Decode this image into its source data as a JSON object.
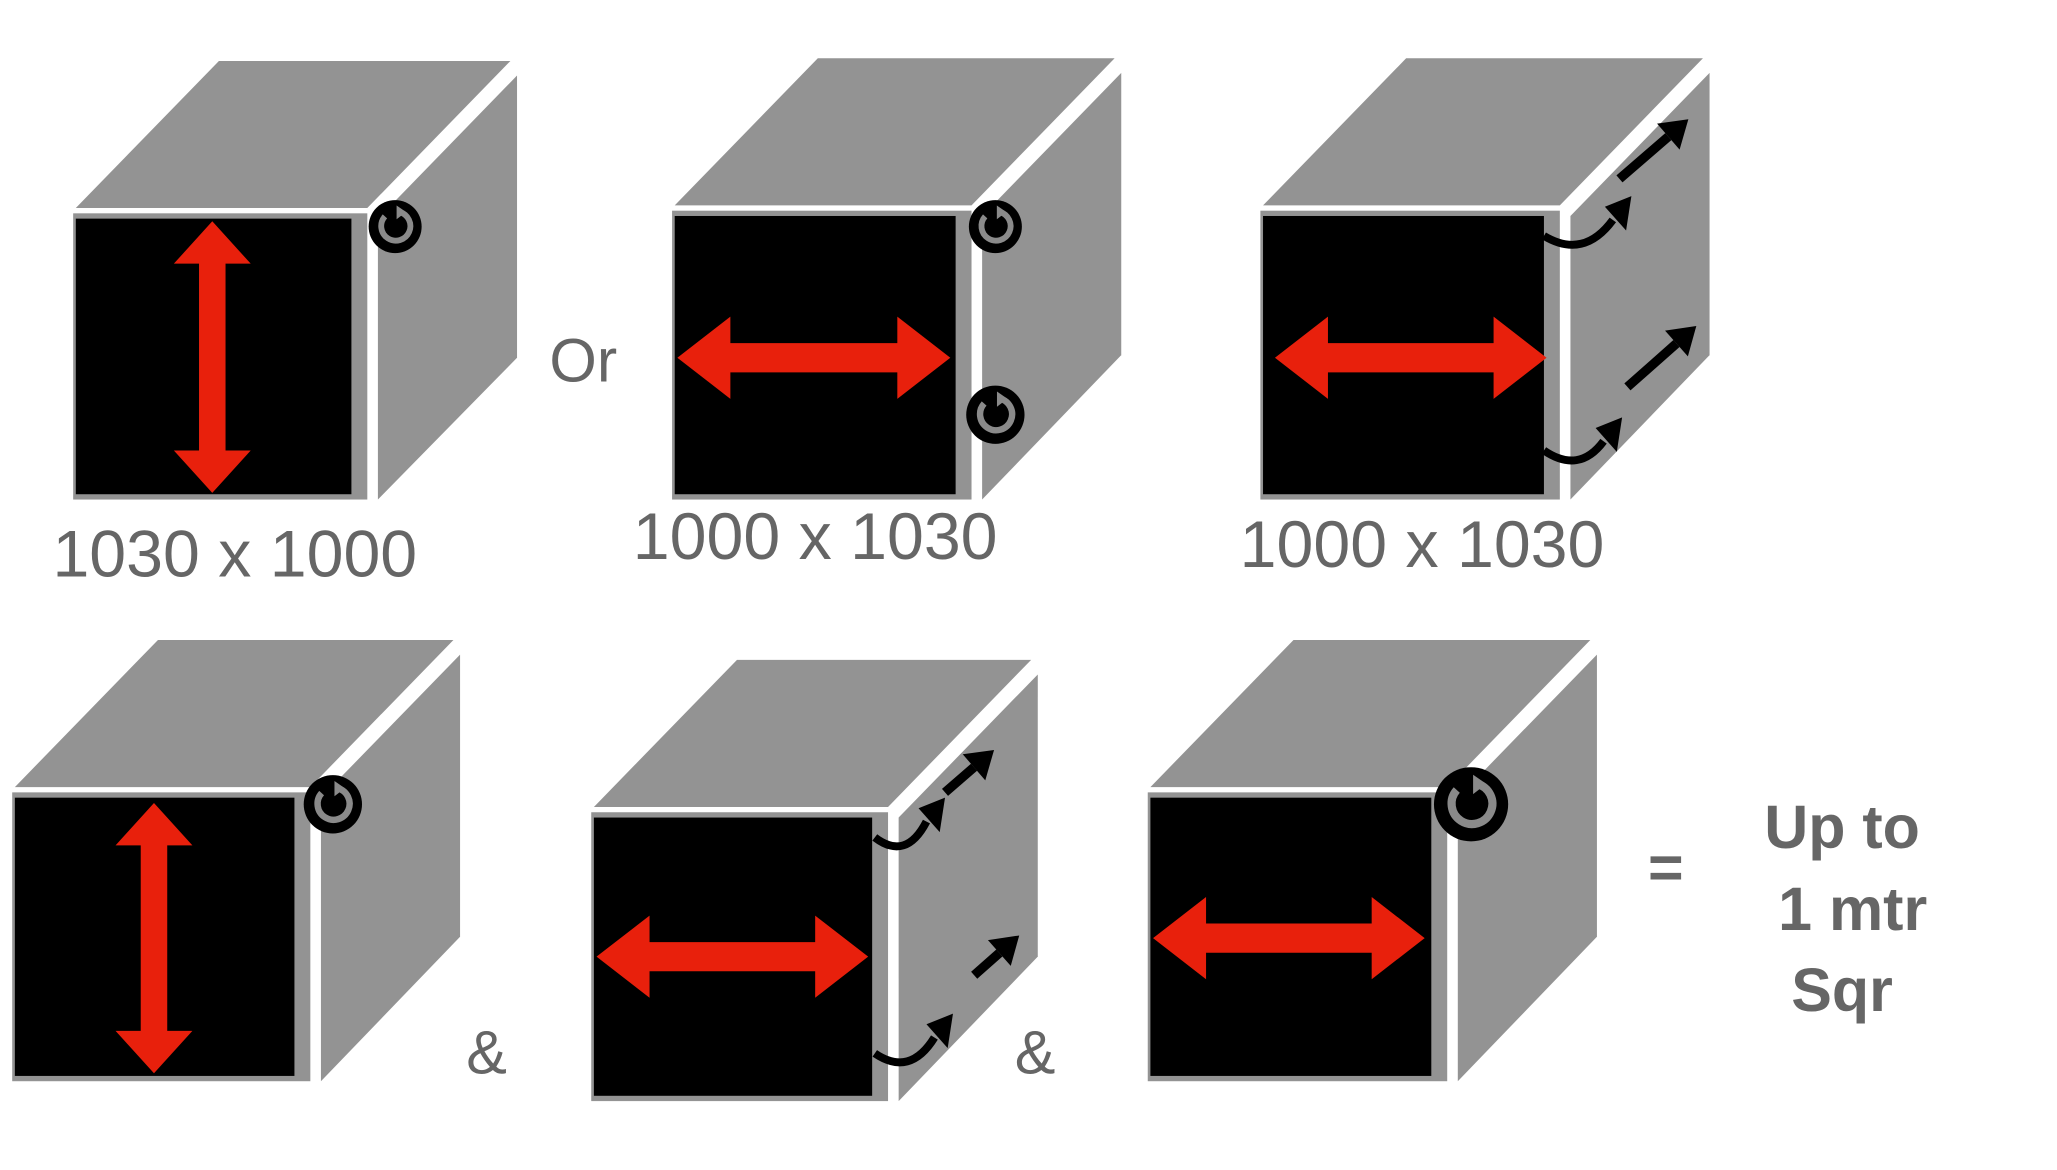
{
  "labels": {
    "dim1": "1030 x 1000",
    "or": "Or",
    "dim2": "1000 x 1030",
    "dim3": "1000 x 1030",
    "amp1": "&",
    "amp2": "&",
    "equals": "=",
    "result_line1": "Up to",
    "result_line2": "1 mtr",
    "result_line3": "Sqr"
  },
  "colors": {
    "face": "#939393",
    "front": "#000000",
    "arrow": "#e8200c",
    "text": "#666666"
  }
}
